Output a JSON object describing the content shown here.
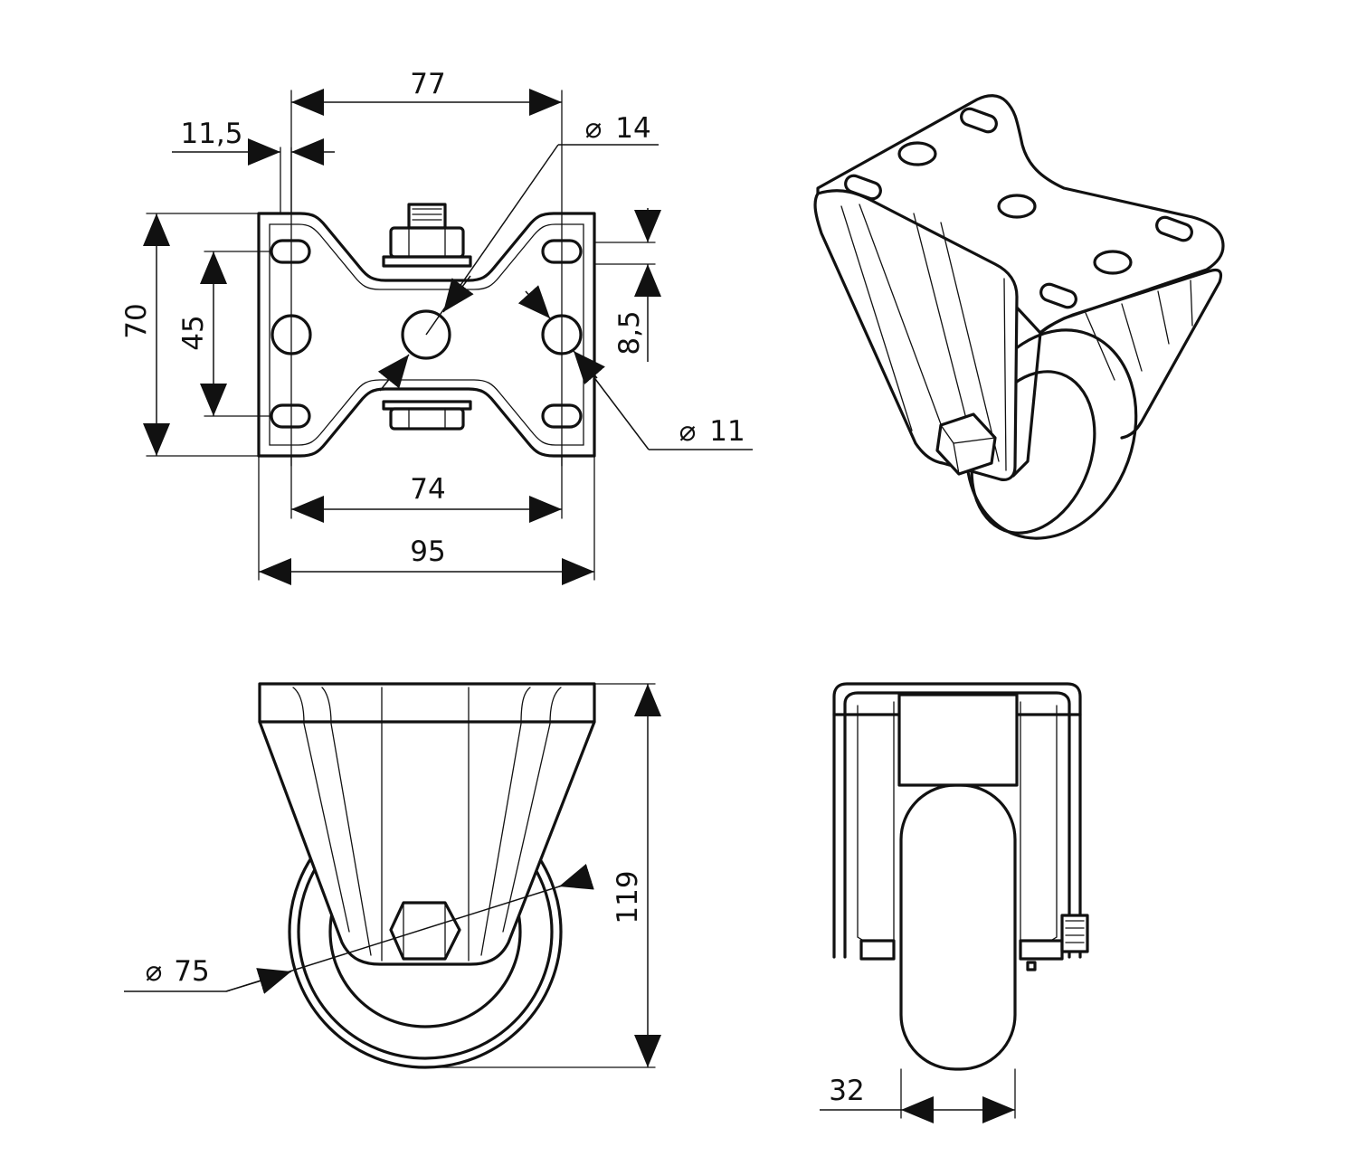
{
  "dimensions": {
    "width_77": "77",
    "offset_11_5": "11,5",
    "hole_dia_14": "14",
    "height_70": "70",
    "slot_spacing_45": "45",
    "slot_width_8_5": "8,5",
    "hole_dia_11": "11",
    "hole_spacing_74": "74",
    "plate_width_95": "95",
    "wheel_dia_75": "75",
    "overall_height_119": "119",
    "wheel_width_32": "32"
  },
  "symbols": {
    "diameter": "⌀"
  }
}
